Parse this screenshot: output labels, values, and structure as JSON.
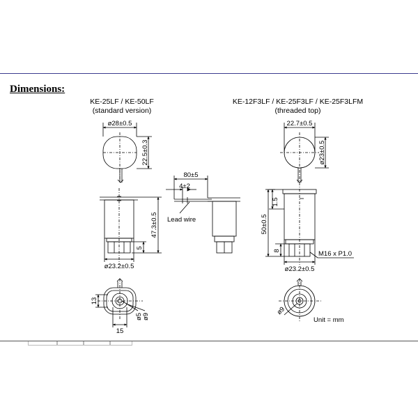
{
  "heading": "Dimensions:",
  "left_model": {
    "title": "KE-25LF / KE-50LF",
    "subtitle": "(standard version)",
    "dims": {
      "top_diameter": "ø28±0.5",
      "top_height": "22.5±0.3",
      "body_height": "47.3±0.5",
      "thread_height": "5",
      "body_diameter": "ø23.2±0.5",
      "bottom_height": "13",
      "bottom_width": "15",
      "inner_d1": "ø5",
      "inner_d2": "ø9"
    }
  },
  "middle": {
    "lead_length": "80±5",
    "strip_length": "4±2",
    "lead_label": "Lead wire"
  },
  "right_model": {
    "title": "KE-12F3LF / KE-25F3LF / KE-25F3LFM",
    "subtitle": "(threaded top)",
    "dims": {
      "top_width": "22.7±0.5",
      "top_diameter": "ø23±0.5",
      "collar_height": "1.5",
      "body_height": "50±0.5",
      "thread_height": "8",
      "thread_spec": "M16 x P1.0",
      "body_diameter": "ø23.2±0.5",
      "inner_diameter": "ø9"
    }
  },
  "units": "Unit = mm"
}
